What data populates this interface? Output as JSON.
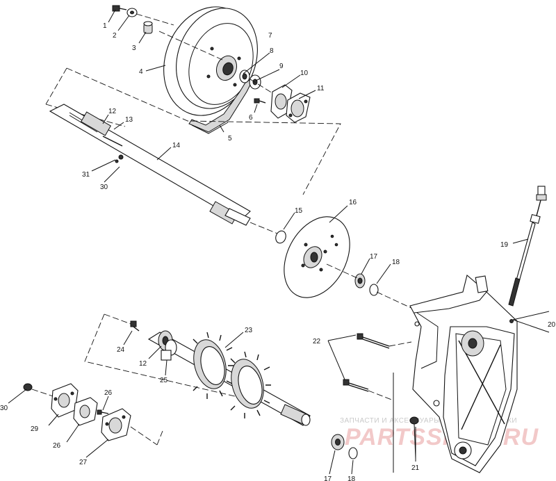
{
  "labels": {
    "l1": "1",
    "l2": "2",
    "l3": "3",
    "l4": "4",
    "l5": "5",
    "l6": "6",
    "l7": "7",
    "l8": "8",
    "l9": "9",
    "l10": "10",
    "l11": "11",
    "l12a": "12",
    "l13": "13",
    "l14": "14",
    "l15": "15",
    "l16": "16",
    "l17a": "17",
    "l18a": "18",
    "l19": "19",
    "l20": "20",
    "l21": "21",
    "l22": "22",
    "l23": "23",
    "l24": "24",
    "l12b": "12",
    "l25": "25",
    "l26a": "26",
    "l26b": "26",
    "l27": "27",
    "l29": "29",
    "l30a": "30",
    "l30b": "30",
    "l31": "31",
    "l17b": "17",
    "l18b": "18"
  },
  "watermark": {
    "caption": "ЗАПЧАСТИ И АКСЕССУАРЫ ДЛЯ МОТОТЕХНИКИ",
    "brand": "PARTSSPOR.RU"
  }
}
